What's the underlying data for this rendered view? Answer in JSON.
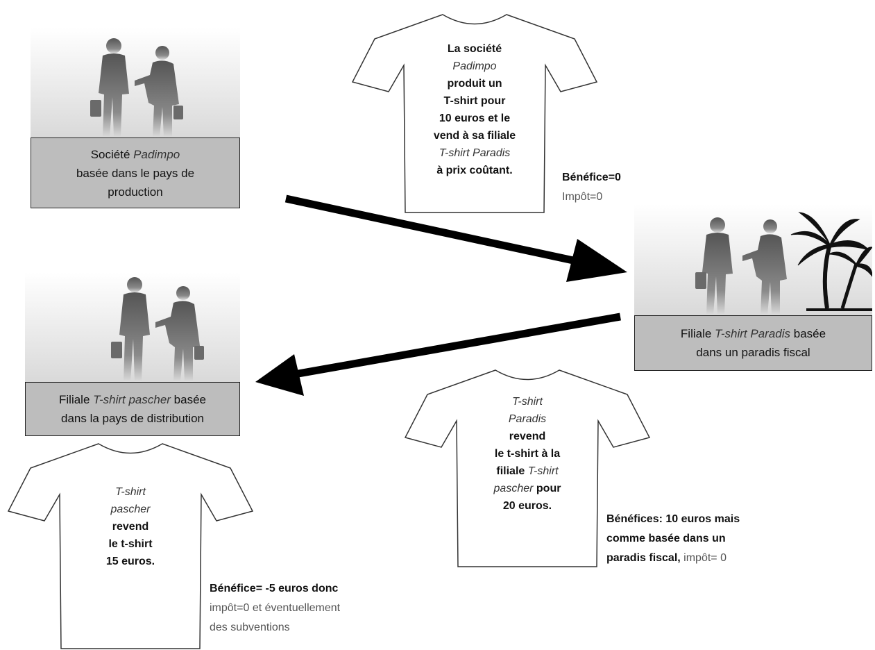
{
  "padimpo_box": {
    "line1_a": "Société ",
    "line1_b": "Padimpo",
    "line2": "basée dans le pays de",
    "line3": "production"
  },
  "paradis_box": {
    "line1_a": "Filiale ",
    "line1_b": "T-shirt Paradis",
    "line1_c": " basée",
    "line2": "dans un paradis fiscal"
  },
  "pascher_box": {
    "line1_a": "Filiale ",
    "line1_b": "T-shirt pascher",
    "line1_c": " basée",
    "line2": "dans la pays de distribution"
  },
  "shirt_top": {
    "l1": "La société",
    "l2": "Padimpo",
    "l3": "produit un",
    "l4": "T-shirt pour",
    "l5": "10 euros et le",
    "l6": "vend à sa filiale",
    "l7": "T-shirt Paradis",
    "l8": "à prix coûtant."
  },
  "shirt_mid": {
    "l1": "T-shirt",
    "l2": "Paradis",
    "l3": "revend",
    "l4": "le t-shirt à la",
    "l5a": "filiale ",
    "l5b": "T-shirt",
    "l6a": "pascher",
    "l6b": " pour",
    "l7": "20 euros."
  },
  "shirt_bottom": {
    "l1": "T-shirt",
    "l2": "pascher",
    "l3": "revend",
    "l4": "le t-shirt",
    "l5": "15 euros."
  },
  "note_top": {
    "l1": "Bénéfice=0",
    "l2": "Impôt=0"
  },
  "note_mid": {
    "l1": "Bénéfices: 10 euros mais",
    "l2": "comme basée dans un",
    "l3a": "paradis fiscal, ",
    "l3b": "impôt= 0"
  },
  "note_bottom": {
    "l1": "Bénéfice= -5 euros donc",
    "l2": "impôt=0 et éventuellement",
    "l3": "des subventions"
  }
}
